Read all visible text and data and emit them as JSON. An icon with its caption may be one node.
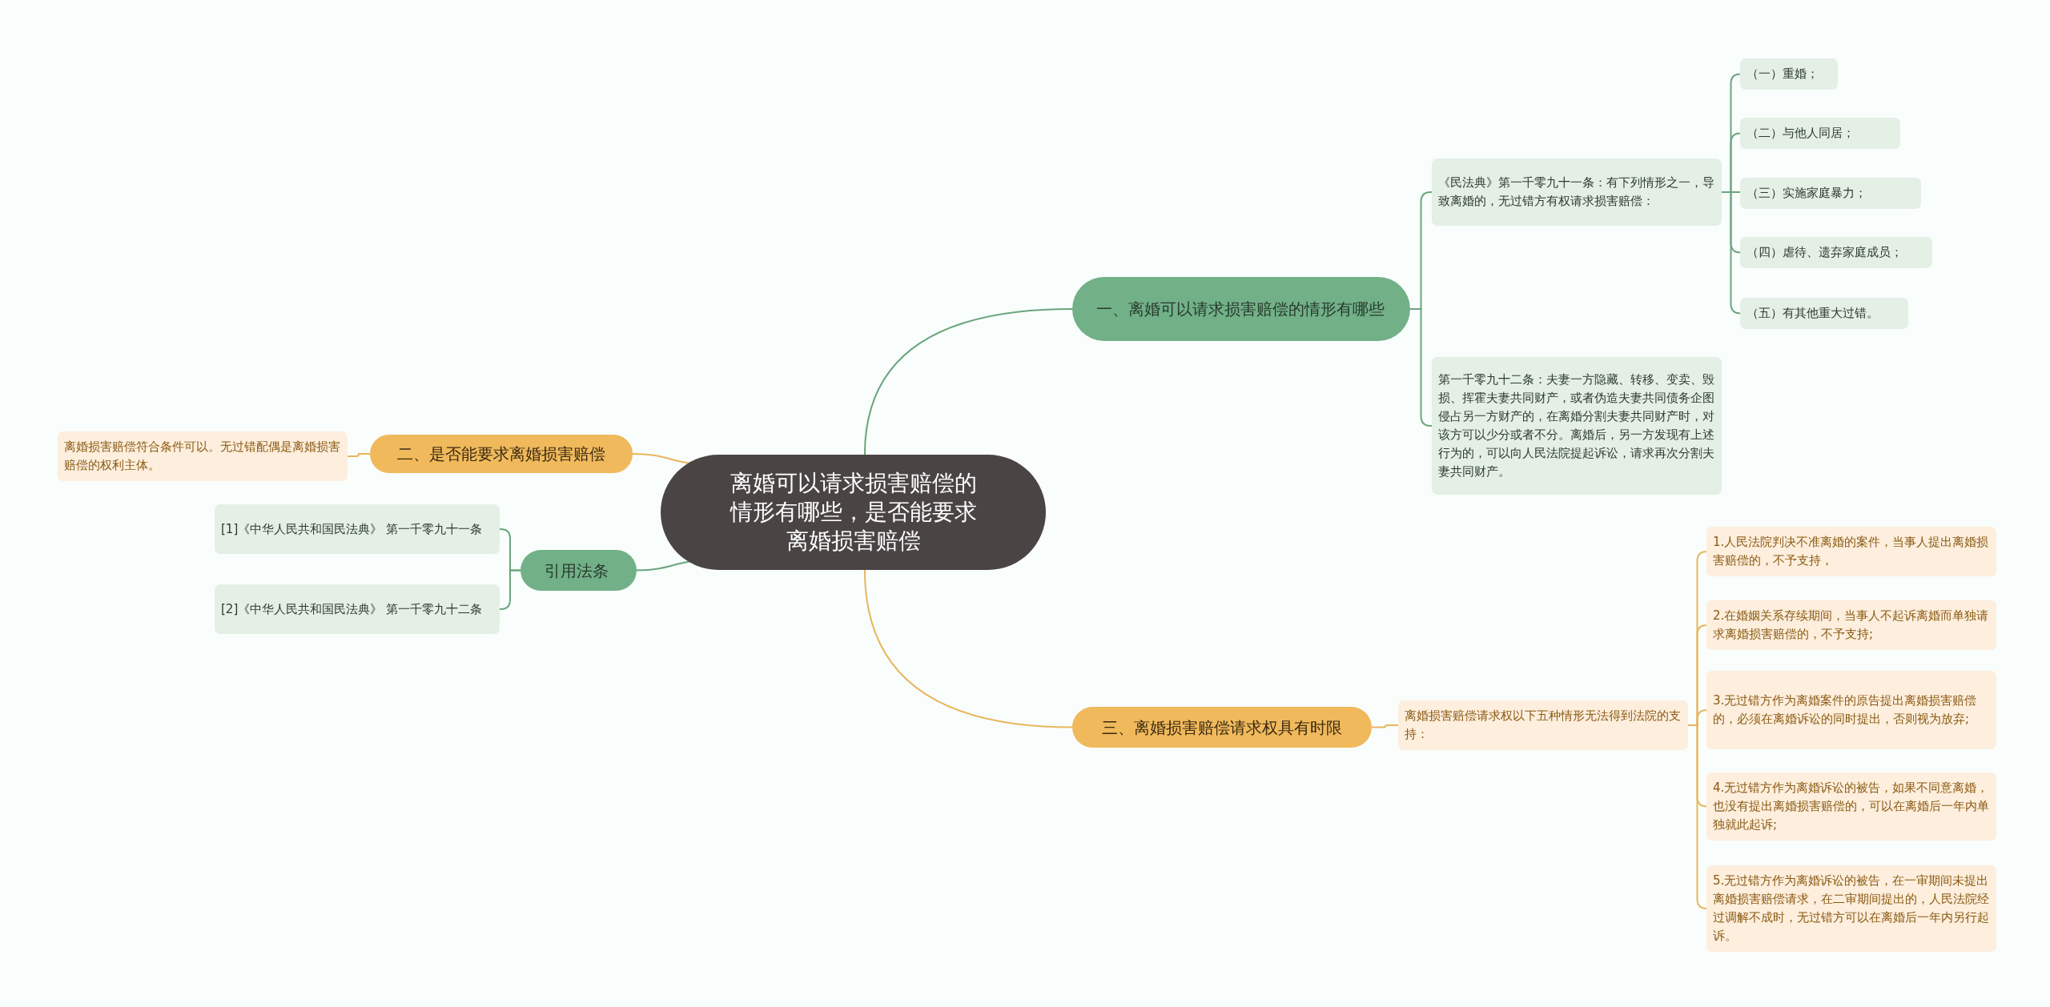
{
  "diagram": {
    "nodes": [
      {
        "text": [
          "离婚可以请求损害赔偿的情形有哪些，是否能要求离婚损害赔偿"
        ]
      },
      {
        "text": [
          "一、离婚可以请求损害赔偿的情形有哪些"
        ]
      },
      {
        "text": [
          "《民法典》第一千零九十一条：有下列情形之一，导致离婚的，无过错方有权请求损害赔偿："
        ]
      },
      {
        "text": [
          "（一）重婚；"
        ]
      },
      {
        "text": [
          "（二）与他人同居；"
        ]
      },
      {
        "text": [
          "（三）实施家庭暴力；"
        ]
      },
      {
        "text": [
          "（四）虐待、遗弃家庭成员；"
        ]
      },
      {
        "text": [
          "（五）有其他重大过错。"
        ]
      },
      {
        "text": [
          "第一千零九十二条：夫妻一方隐藏、转移、变卖、毁损、挥霍夫妻共同财产，或者伪造夫妻共同债务企图侵占另一方财产的，在离婚分割夫妻共同财产时，对该方可以少分或者不分。离婚后，另一方发现有上述行为的，可以向人民法院提起诉讼，请求再次分割夫妻共同财产。"
        ]
      },
      {
        "text": [
          "二、是否能要求离婚损害赔偿"
        ]
      },
      {
        "text": [
          "离婚损害赔偿符合条件可以。无过错配偶是离婚损害赔偿的权利主体。"
        ]
      },
      {
        "text": [
          "引用法条"
        ]
      },
      {
        "text": [
          "[1]《中华人民共和国民法典》 第一千零九十一条"
        ]
      },
      {
        "text": [
          "[2]《中华人民共和国民法典》 第一千零九十二条"
        ]
      },
      {
        "text": [
          "三、离婚损害赔偿请求权具有时限"
        ]
      },
      {
        "text": [
          "离婚损害赔偿请求权以下五种情形无法得到法院的支持："
        ]
      },
      {
        "text": [
          "1.人民法院判决不准离婚的案件，当事人提出离婚损害赔偿的，不予支持，"
        ]
      },
      {
        "text": [
          "2.在婚姻关系存续期间，当事人不起诉离婚而单独请求离婚损害赔偿的，不予支持;"
        ]
      },
      {
        "text": [
          "3.无过错方作为离婚案件的原告提出离婚损害赔偿的，必须在离婚诉讼的同时提出，否则视为放弃;"
        ]
      },
      {
        "text": [
          "4.无过错方作为离婚诉讼的被告，如果不同意离婚，也没有提出离婚损害赔偿的，可以在离婚后一年内单独就此起诉;"
        ]
      },
      {
        "text": [
          "5.无过错方作为离婚诉讼的被告，在一审期间未提出离婚损害赔偿请求，在二审期间提出的，人民法院经过调解不成时，无过错方可以在离婚后一年内另行起诉。"
        ]
      }
    ],
    "edges": [
      {
        "from": 0,
        "to": 1,
        "arrow": "none"
      },
      {
        "from": 1,
        "to": 2,
        "arrow": "none"
      },
      {
        "from": 2,
        "to": 3,
        "arrow": "none"
      },
      {
        "from": 2,
        "to": 4,
        "arrow": "none"
      },
      {
        "from": 2,
        "to": 5,
        "arrow": "none"
      },
      {
        "from": 2,
        "to": 6,
        "arrow": "none"
      },
      {
        "from": 2,
        "to": 7,
        "arrow": "none"
      },
      {
        "from": 1,
        "to": 8,
        "arrow": "none"
      },
      {
        "from": 0,
        "to": 9,
        "arrow": "none",
        "color": "#e8b65c"
      },
      {
        "from": 9,
        "to": 10,
        "arrow": "none",
        "color": "#e8b65c"
      },
      {
        "from": 0,
        "to": 11,
        "arrow": "none"
      },
      {
        "from": 11,
        "to": 12,
        "arrow": "none"
      },
      {
        "from": 11,
        "to": 13,
        "arrow": "none"
      },
      {
        "from": 0,
        "to": 14,
        "arrow": "none",
        "color": "#e8b65c"
      },
      {
        "from": 14,
        "to": 15,
        "arrow": "none",
        "color": "#e8b65c"
      },
      {
        "from": 15,
        "to": 16,
        "arrow": "none",
        "color": "#e8b65c"
      },
      {
        "from": 15,
        "to": 17,
        "arrow": "none",
        "color": "#e8b65c"
      },
      {
        "from": 15,
        "to": 18,
        "arrow": "none",
        "color": "#e8b65c"
      },
      {
        "from": 15,
        "to": 19,
        "arrow": "none",
        "color": "#e8b65c"
      },
      {
        "from": 15,
        "to": 20,
        "arrow": "none",
        "color": "#e8b65c"
      }
    ]
  }
}
